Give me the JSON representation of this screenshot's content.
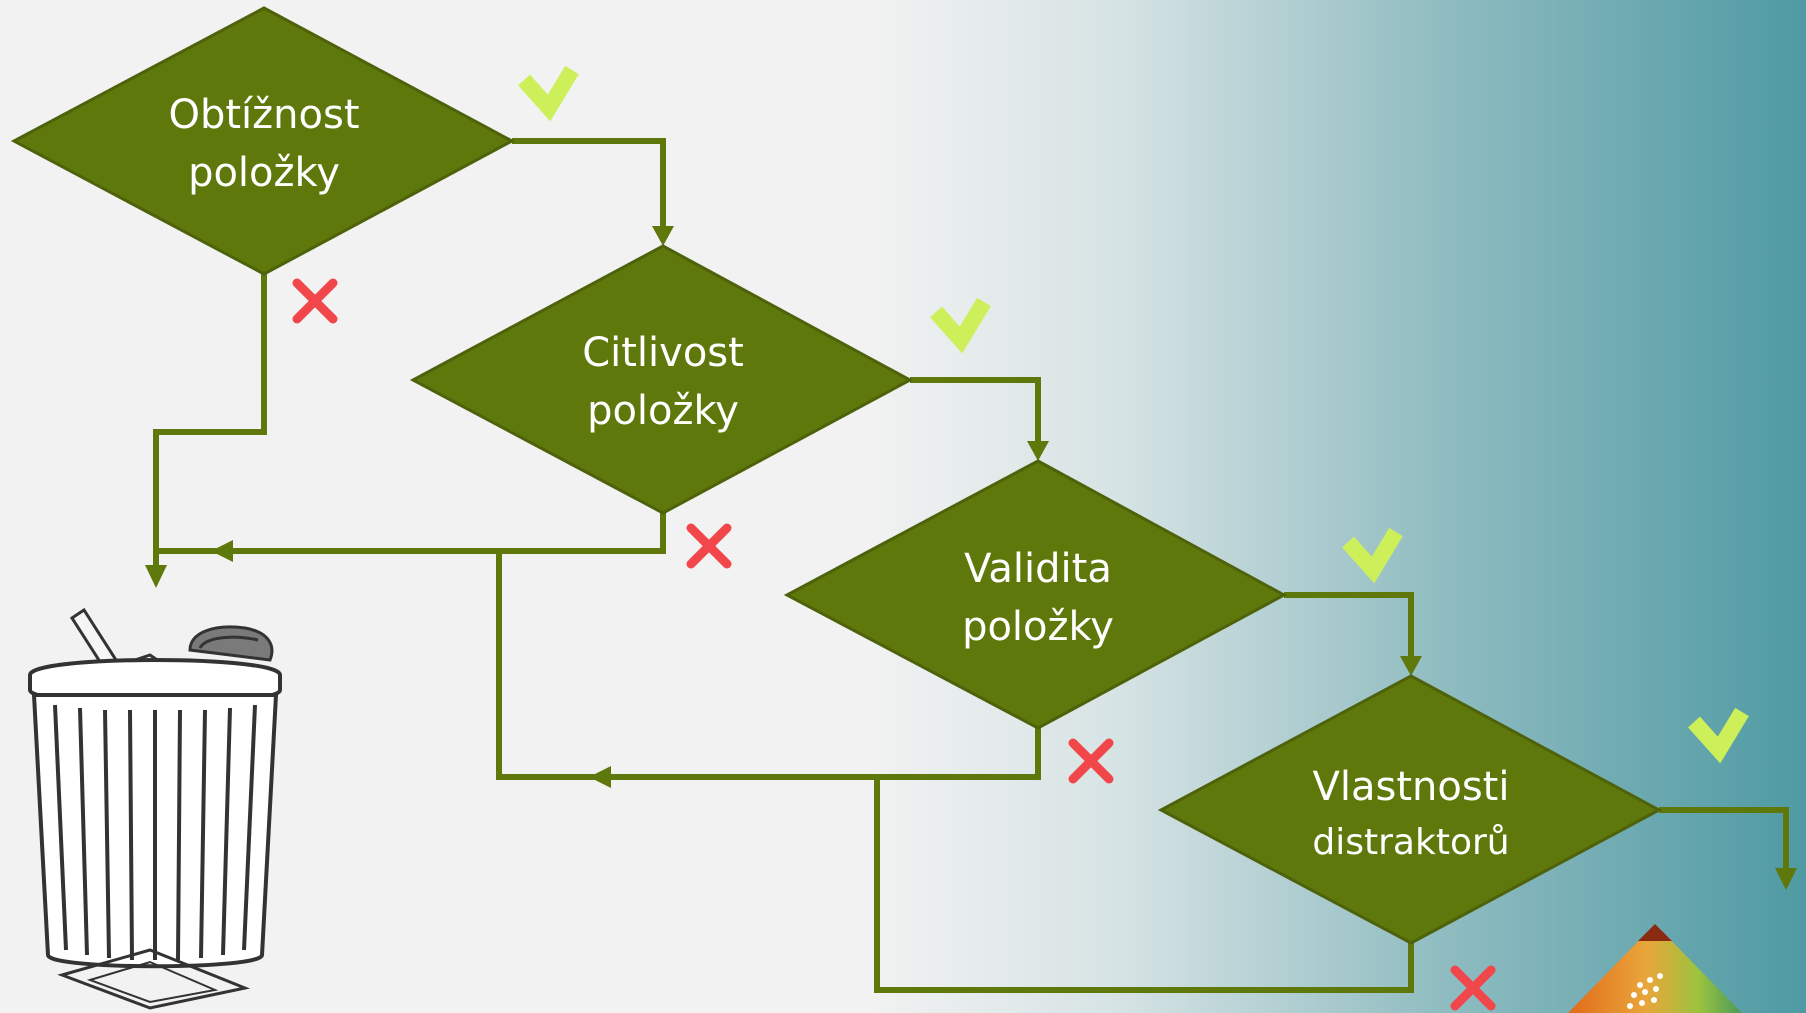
{
  "nodes": [
    {
      "id": "obtiznost",
      "line1": "Obtížnost",
      "line2": "položky"
    },
    {
      "id": "citlivost",
      "line1": "Citlivost",
      "line2": "položky"
    },
    {
      "id": "validita",
      "line1": "Validita",
      "line2": "položky"
    },
    {
      "id": "distraktory",
      "line1": "Vlastnosti",
      "line2": "distraktorů"
    }
  ],
  "colors": {
    "diamond_fill": "#5f780b",
    "diamond_stroke": "#4d620a",
    "connector": "#5f780b",
    "check_mark": "#cdf05a",
    "cross_mark": "#f2474a",
    "label_text": "#ffffff"
  },
  "icons": {
    "pass": "check-icon",
    "fail": "cross-icon",
    "discard": "trash-can-icon",
    "corner": "logo-icon"
  }
}
